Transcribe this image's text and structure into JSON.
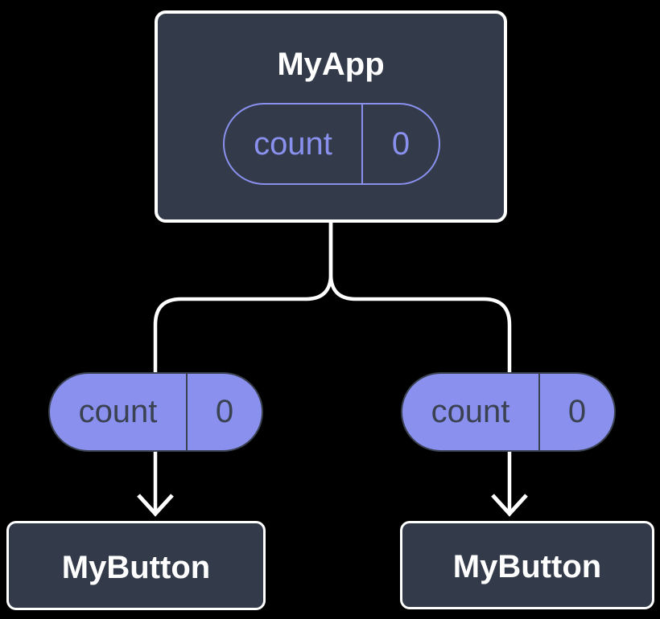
{
  "colors": {
    "background": "#000000",
    "node_fill": "#333B4A",
    "node_border": "#FFFFFF",
    "node_text": "#FFFFFF",
    "accent_purple": "#8A90EE",
    "pill_dark": "#3A4150",
    "connector": "#FFFFFF"
  },
  "tree": {
    "root": {
      "label": "MyApp",
      "state_pill": {
        "name": "count",
        "value": "0"
      }
    },
    "edges": [
      {
        "prop_pill": {
          "name": "count",
          "value": "0"
        },
        "target": {
          "label": "MyButton"
        }
      },
      {
        "prop_pill": {
          "name": "count",
          "value": "0"
        },
        "target": {
          "label": "MyButton"
        }
      }
    ]
  }
}
